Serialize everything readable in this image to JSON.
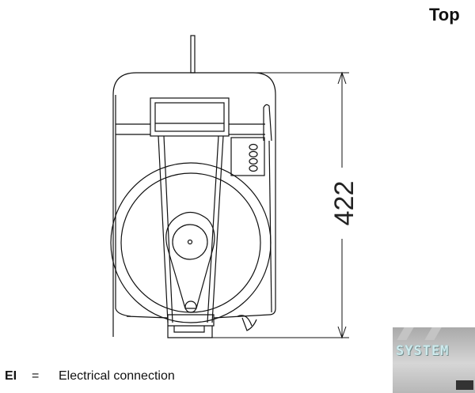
{
  "view_title": "Top",
  "dimension": {
    "height_label": "422"
  },
  "legend": {
    "code": "EI",
    "equals": "=",
    "description": "Electrical connection"
  },
  "watermark": {
    "text": "SYSTEM"
  },
  "colors": {
    "line": "#111111",
    "background": "#ffffff"
  }
}
